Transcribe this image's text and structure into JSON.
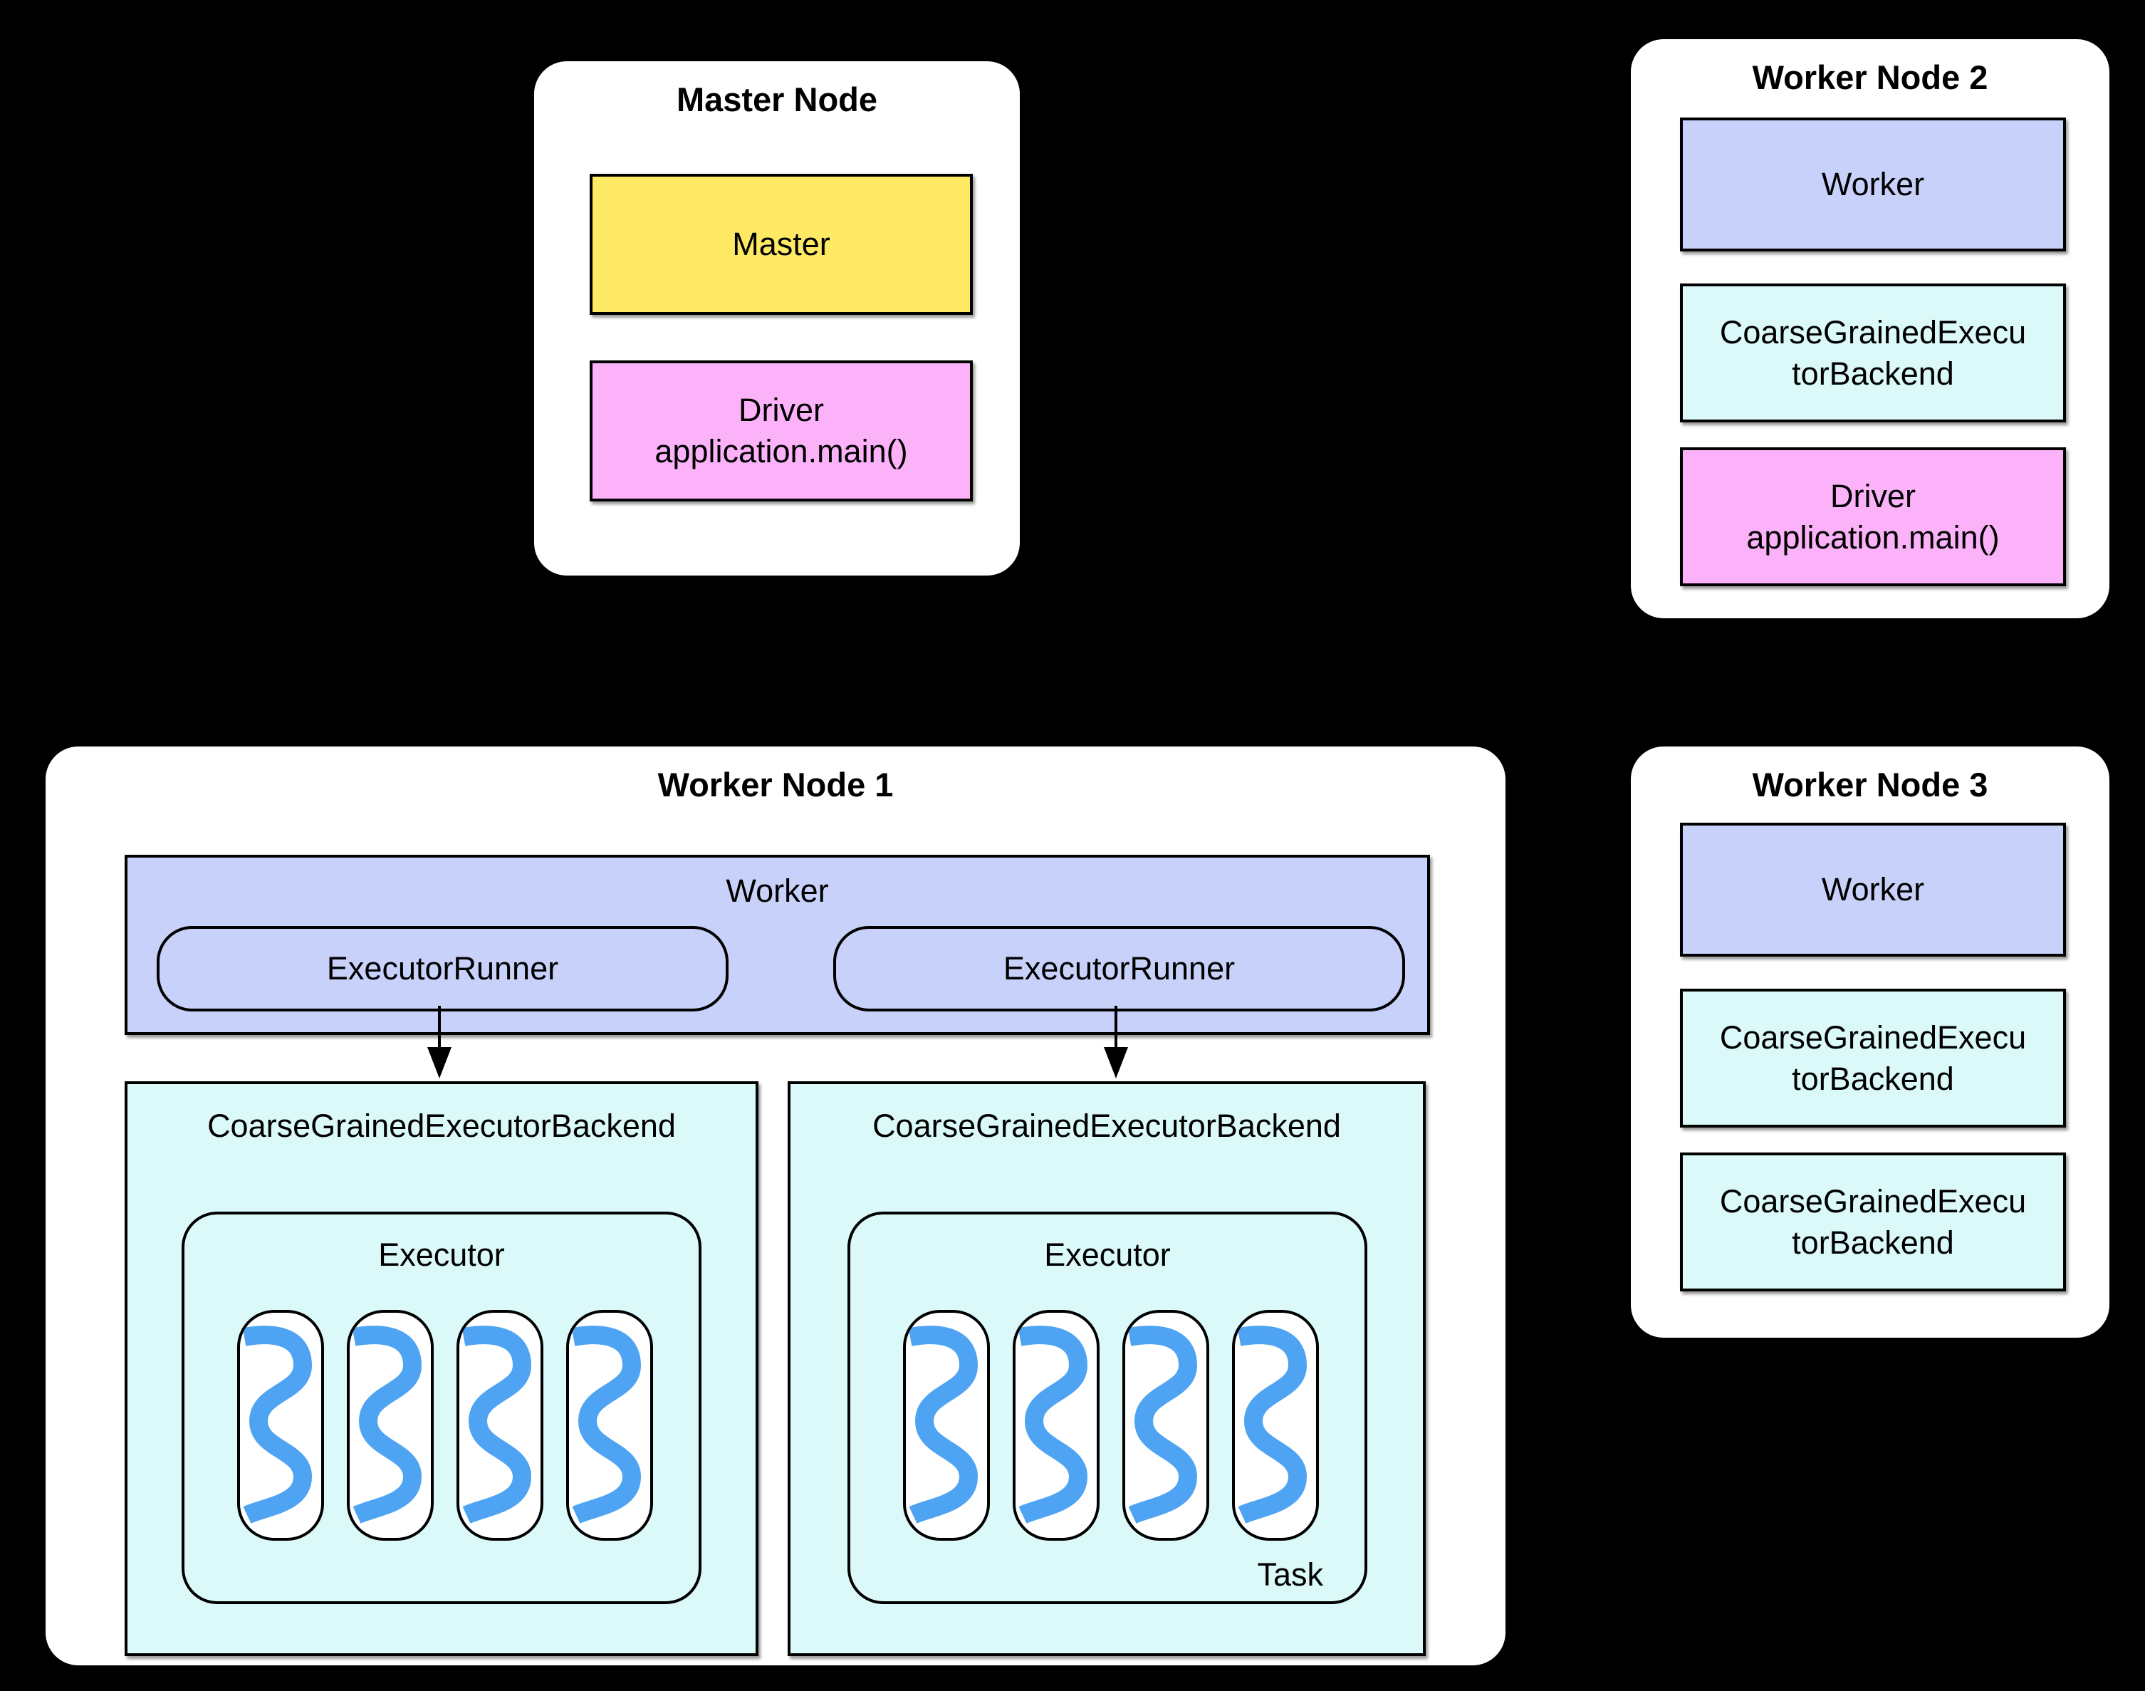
{
  "diagram": {
    "background_color": "#000000",
    "panel_color": "#ffffff",
    "colors": {
      "master_box": "#fde964",
      "worker_box": "#c7d1f9",
      "backend_box": "#daf9f8",
      "driver_box": "#fbb2f9",
      "task_squiggle": "#4ea4f2",
      "border": "#000000"
    }
  },
  "master_node": {
    "title": "Master Node",
    "master_box": {
      "label": "Master"
    },
    "driver_box": {
      "lines": [
        "Driver",
        "application.main()"
      ]
    }
  },
  "worker_node_2": {
    "title": "Worker Node 2",
    "worker_box": {
      "label": "Worker"
    },
    "backend_box": {
      "lines": [
        "CoarseGrainedExecu",
        "torBackend"
      ]
    },
    "driver_box": {
      "lines": [
        "Driver",
        "application.main()"
      ]
    }
  },
  "worker_node_1": {
    "title": "Worker Node 1",
    "worker_box": {
      "label": "Worker"
    },
    "executor_runners": [
      "ExecutorRunner",
      "ExecutorRunner"
    ],
    "backends": [
      {
        "label": "CoarseGrainedExecutorBackend",
        "executor_label": "Executor",
        "task_count": 4
      },
      {
        "label": "CoarseGrainedExecutorBackend",
        "executor_label": "Executor",
        "task_count": 4
      }
    ],
    "task_label": "Task"
  },
  "worker_node_3": {
    "title": "Worker Node 3",
    "worker_box": {
      "label": "Worker"
    },
    "backend_boxes": [
      {
        "lines": [
          "CoarseGrainedExecu",
          "torBackend"
        ]
      },
      {
        "lines": [
          "CoarseGrainedExecu",
          "torBackend"
        ]
      }
    ]
  }
}
